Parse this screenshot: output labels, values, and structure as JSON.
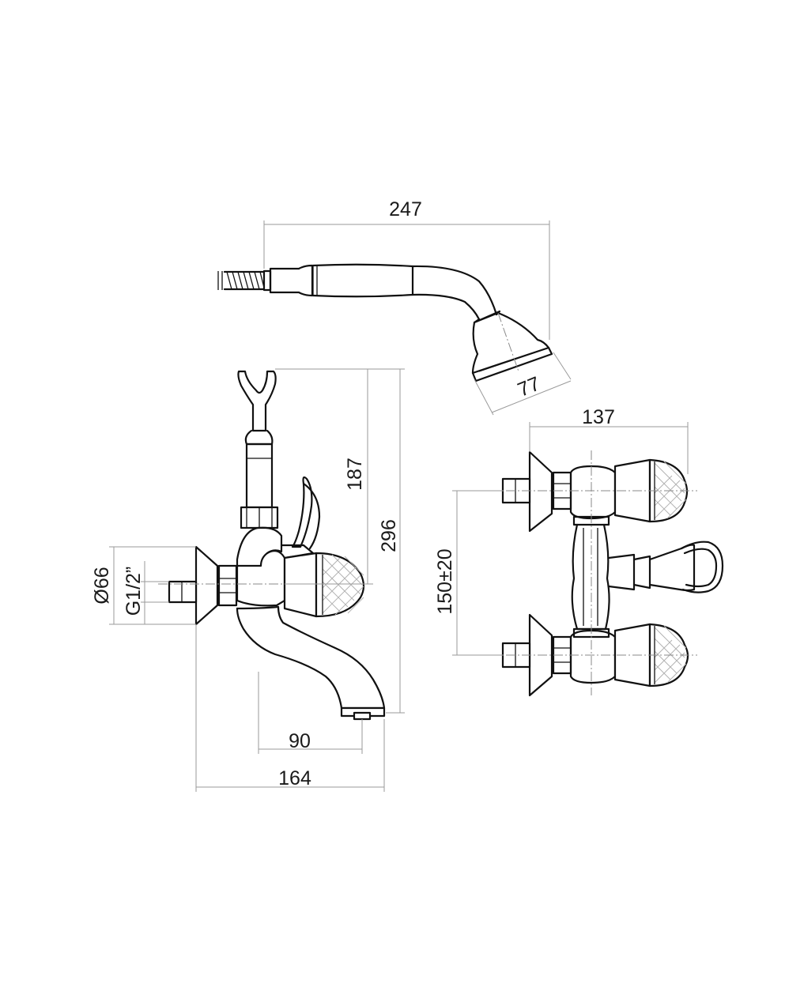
{
  "drawing": {
    "views": [
      "hand-shower",
      "side-view",
      "front-view"
    ],
    "colors": {
      "outline": "#111111",
      "dimension": "#9a9a9a",
      "background": "#ffffff"
    }
  },
  "dimensions": {
    "shower_length": "247",
    "shower_head": "77",
    "hook_to_body": "187",
    "total_height": "296",
    "diameter": "Ø66",
    "thread": "G1/2”",
    "spout_reach": "90",
    "total_depth": "164",
    "width": "137",
    "centers": "150±20"
  }
}
